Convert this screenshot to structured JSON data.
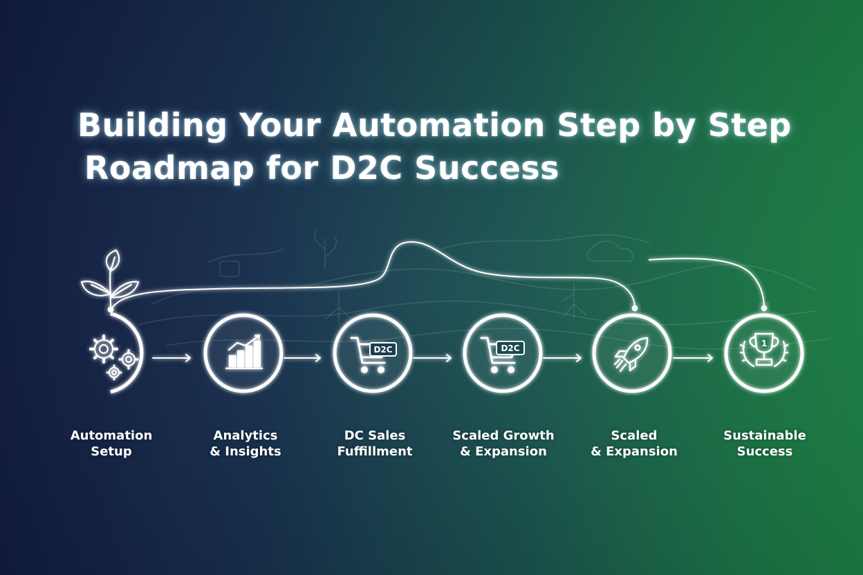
{
  "title": {
    "line1": "Building Your Automation Step by Step",
    "line2": "Roadmap for D2C Success"
  },
  "steps": [
    {
      "icon": "gears-icon",
      "label_line1": "Automation",
      "label_line2": "Setup"
    },
    {
      "icon": "bar-chart-icon",
      "label_line1": "Analytics",
      "label_line2": "& Insights"
    },
    {
      "icon": "shopping-cart-icon",
      "badge": "D2C",
      "label_line1": "DC Sales",
      "label_line2": "Fuffillment"
    },
    {
      "icon": "shopping-cart-icon",
      "badge": "D2C",
      "label_line1": "Scaled Growth",
      "label_line2": "& Expansion"
    },
    {
      "icon": "rocket-icon",
      "label_line1": "Scaled",
      "label_line2": "& Expansion"
    },
    {
      "icon": "trophy-icon",
      "badge": "1",
      "label_line1": "Sustainable",
      "label_line2": "Success"
    }
  ],
  "colors": {
    "background_left": "#141f47",
    "background_right": "#1f8c4a",
    "line": "#ffffff",
    "glow": "#aee6ff"
  }
}
